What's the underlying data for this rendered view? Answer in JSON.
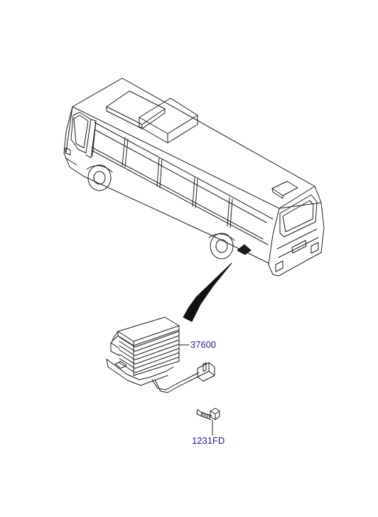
{
  "parts": [
    {
      "number": "37600",
      "item": "module"
    },
    {
      "number": "1231FD",
      "item": "bolt"
    }
  ],
  "colors": {
    "line": "#1a1a1a",
    "label": "#1a1aa8",
    "background": "#ffffff"
  }
}
